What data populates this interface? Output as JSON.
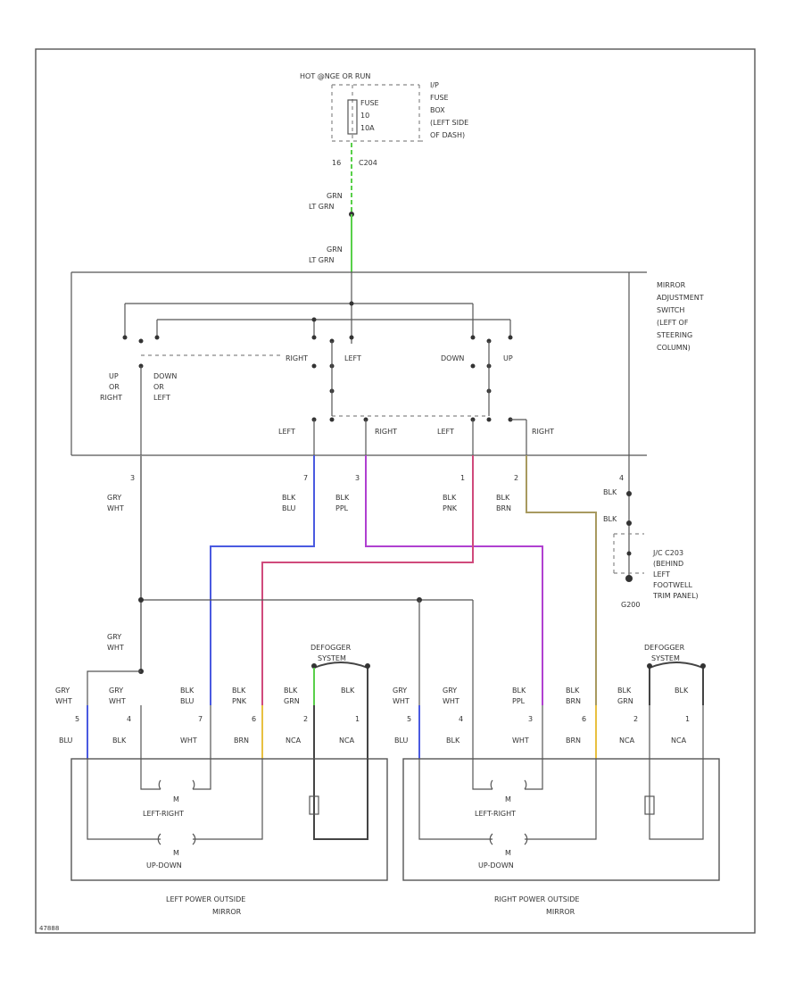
{
  "power": {
    "source": "HOT @NGE OR RUN",
    "fuse_lines": [
      "FUSE",
      "10",
      "10A"
    ],
    "fuse_block_lines": [
      "I/P",
      "FUSE",
      "BOX",
      "(LEFT SIDE",
      "OF DASH)"
    ],
    "connector": "C204",
    "connector_pin": "16"
  },
  "wires": {
    "feed_1": [
      "GRN",
      "LT GRN"
    ],
    "feed_2": [
      "GRN",
      "LT GRN"
    ],
    "w1": [
      "GRY",
      "WHT"
    ],
    "w7": [
      "BLK",
      "BLU"
    ],
    "w3": [
      "BLK",
      "PPL"
    ],
    "w1b": [
      "BLK",
      "PNK"
    ],
    "w2": [
      "BLK",
      "BRN"
    ],
    "w4": "BLK",
    "w_blk": "BLK",
    "w_splice": [
      "GRY",
      "WHT"
    ]
  },
  "switch": {
    "label_lines": [
      "MIRROR",
      "ADJUSTMENT",
      "SWITCH",
      "(LEFT OF",
      "STEERING",
      "COLUMN)"
    ],
    "right": "RIGHT",
    "left": "LEFT",
    "down": "DOWN",
    "up": "UP",
    "up_or_right": [
      "UP",
      "OR",
      "RIGHT"
    ],
    "down_or_left": [
      "DOWN",
      "OR",
      "LEFT"
    ],
    "bottom_labels": [
      "LEFT",
      "RIGHT",
      "LEFT",
      "RIGHT"
    ],
    "pins": [
      "3",
      "7",
      "3",
      "1",
      "2",
      "4"
    ]
  },
  "ground": {
    "label_lines": [
      "J/C C203",
      "(BEHIND",
      "LEFT",
      "FOOTWELL",
      "TRIM PANEL)"
    ],
    "id": "G200"
  },
  "defogger_left": [
    "DEFOGGER",
    "SYSTEM"
  ],
  "defogger_right": [
    "DEFOGGER",
    "SYSTEM"
  ],
  "left_mirror": {
    "wires": [
      [
        "GRY",
        "WHT"
      ],
      [
        "GRY",
        "WHT"
      ],
      [
        "BLK",
        "BLU"
      ],
      [
        "BLK",
        "PNK"
      ],
      [
        "BLK",
        "GRN"
      ],
      [
        "BLK",
        ""
      ]
    ],
    "pins": [
      "5",
      "4",
      "7",
      "6",
      "2",
      "1"
    ],
    "conns": [
      "BLU",
      "BLK",
      "WHT",
      "BRN",
      "NCA",
      "NCA"
    ],
    "motor_lr": "M",
    "motor_ud": "M",
    "lr_label": "LEFT-RIGHT",
    "ud_label": "UP-DOWN",
    "title_lines": [
      "LEFT POWER OUTSIDE",
      "MIRROR"
    ]
  },
  "right_mirror": {
    "wires": [
      [
        "GRY",
        "WHT"
      ],
      [
        "GRY",
        "WHT"
      ],
      [
        "BLK",
        "PPL"
      ],
      [
        "BLK",
        "BRN"
      ],
      [
        "BLK",
        "GRN"
      ],
      [
        "BLK",
        ""
      ]
    ],
    "pins": [
      "5",
      "4",
      "3",
      "6",
      "2",
      "1"
    ],
    "conns": [
      "BLU",
      "BLK",
      "WHT",
      "BRN",
      "NCA",
      "NCA"
    ],
    "motor_lr": "M",
    "motor_ud": "M",
    "lr_label": "LEFT-RIGHT",
    "ud_label": "UP-DOWN",
    "title_lines": [
      "RIGHT POWER OUTSIDE",
      "MIRROR"
    ]
  },
  "footer_code": "47888",
  "colors": {
    "green": "#59d04a",
    "blue": "#4a5ae0",
    "pink": "#d04a7c",
    "purple": "#b040d0",
    "tan": "#a89a60",
    "yellow": "#e8c040",
    "black": "#333333"
  }
}
